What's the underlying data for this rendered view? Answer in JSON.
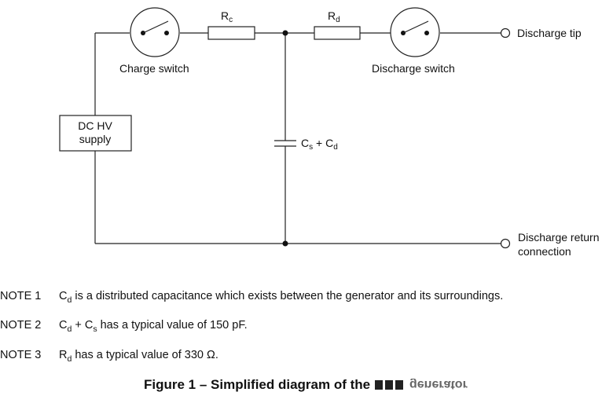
{
  "diagram": {
    "labels": {
      "rc_main": "R",
      "rc_sub": "c",
      "rd_main": "R",
      "rd_sub": "d",
      "charge_switch": "Charge switch",
      "discharge_switch": "Discharge switch",
      "discharge_tip": "Discharge tip",
      "supply_line1": "DC HV",
      "supply_line2": "supply",
      "cap_c1": "C",
      "cap_s": "s",
      "cap_plus": " + ",
      "cap_c2": "C",
      "cap_d": "d",
      "return_line1": "Discharge return",
      "return_line2": "connection"
    }
  },
  "notes": [
    {
      "number": "NOTE 1",
      "c": "C",
      "sub": "d",
      "text": " is a distributed capacitance which exists between the generator and its surroundings."
    },
    {
      "number": "NOTE 2",
      "c1": "C",
      "sub1": "d",
      "plus": " + C",
      "sub2": "s",
      "text": " has a typical value of 150 pF."
    },
    {
      "number": "NOTE 3",
      "r": "R",
      "sub": "d",
      "text": " has a typical value of 330 Ω."
    }
  ],
  "caption": {
    "prefix": "Figure 1 – Simplified diagram of the",
    "obscured_word": "generator"
  }
}
